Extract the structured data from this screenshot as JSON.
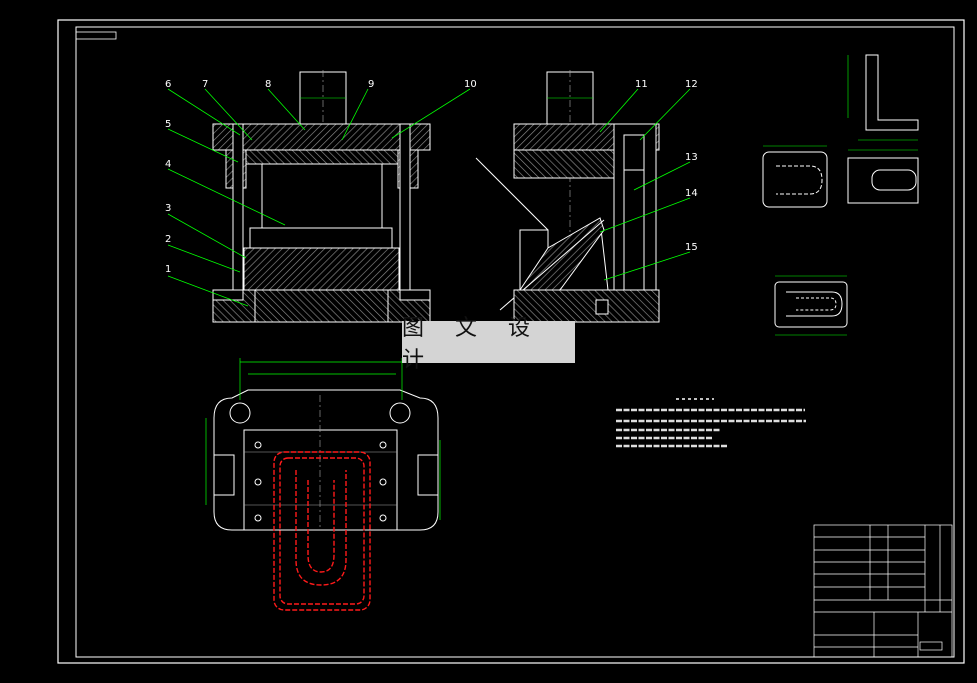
{
  "watermark": "图 文 设 计",
  "part_numbers": [
    "1",
    "2",
    "3",
    "4",
    "5",
    "6",
    "7",
    "8",
    "9",
    "10",
    "11",
    "12",
    "13",
    "14",
    "15"
  ],
  "colors": {
    "background": "#000000",
    "lines": "#ffffff",
    "section": "#9a9a9a",
    "dimension": "#00ff00",
    "leader": "#00ff00",
    "punch_outline": "#ff1a1a",
    "watermark_bg": "#d4d4d4"
  }
}
